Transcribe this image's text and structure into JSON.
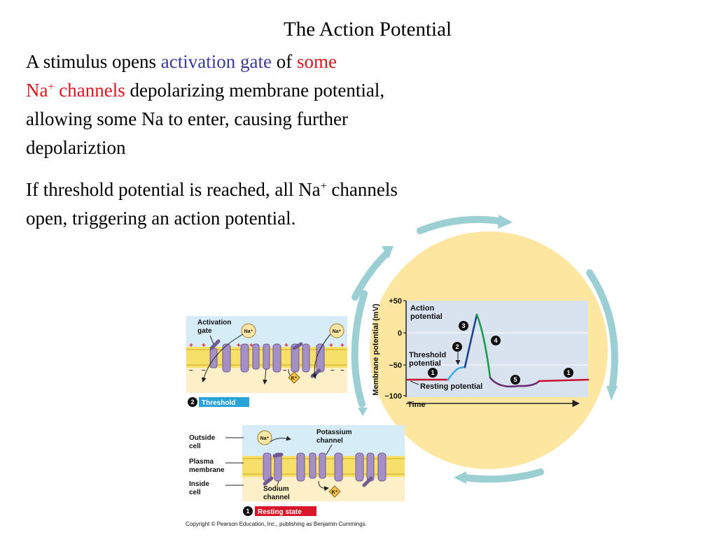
{
  "slide": {
    "title": "The Action Potential",
    "para1": {
      "a": "A stimulus opens ",
      "b": "activation gate",
      "c": " of ",
      "d": "some",
      "e": "Na",
      "sup": "+",
      "f": " channels",
      "g": " depolarizing membrane potential, allowing some Na to enter, causing further depolariztion"
    },
    "para2": {
      "a": "If threshold potential is reached, all Na",
      "sup": "+",
      "b": " channels open, triggering an action potential."
    }
  },
  "figure": {
    "graph": {
      "ylabel": "Membrane potential (mV)",
      "ticks": [
        "+50",
        "0",
        "−50",
        "−100"
      ],
      "xlabel": "Time",
      "label_action_1": "Action",
      "label_action_2": "potential",
      "label_threshold_1": "Threshold",
      "label_threshold_2": "potential",
      "label_resting": "Resting potential",
      "stages": [
        "1",
        "2",
        "3",
        "4",
        "5",
        "1"
      ]
    },
    "threshold_panel": {
      "activation_gate_1": "Activation",
      "activation_gate_2": "gate",
      "na_ion": "Na⁺",
      "k_ion": "K⁺",
      "stage_number": "2",
      "stage_label": "Threshold",
      "plus": "+",
      "minus": "–"
    },
    "resting_panel": {
      "outside_1": "Outside",
      "outside_2": "cell",
      "plasma_1": "Plasma",
      "plasma_2": "membrane",
      "inside_1": "Inside",
      "inside_2": "cell",
      "potassium_1": "Potassium",
      "potassium_2": "channel",
      "sodium_1": "Sodium",
      "sodium_2": "channel",
      "na_ion": "Na⁺",
      "k_ion": "K⁺",
      "stage_number": "1",
      "stage_label": "Resting state"
    },
    "copyright": "Copyright © Pearson Education, Inc., publishing as Benjamin Cummings.",
    "colors": {
      "circle": "#fde7a0",
      "arrows": "#9bcfd4",
      "outside_fluid": "#d6ecf7",
      "inside_fluid": "#fdf0c8",
      "membrane": "#f7e06a",
      "protein": "#a48fc6",
      "graph_bg": "#d9e3ef",
      "resting_line": "#c8102e",
      "threshold_line": "#3fa9e0",
      "rising_line": "#1f3f8f",
      "falling_line": "#1d9a4a",
      "undershoot_line": "#6a2c6e",
      "threshold_badge": "#2aa3d8",
      "resting_badge": "#d8172a"
    }
  }
}
